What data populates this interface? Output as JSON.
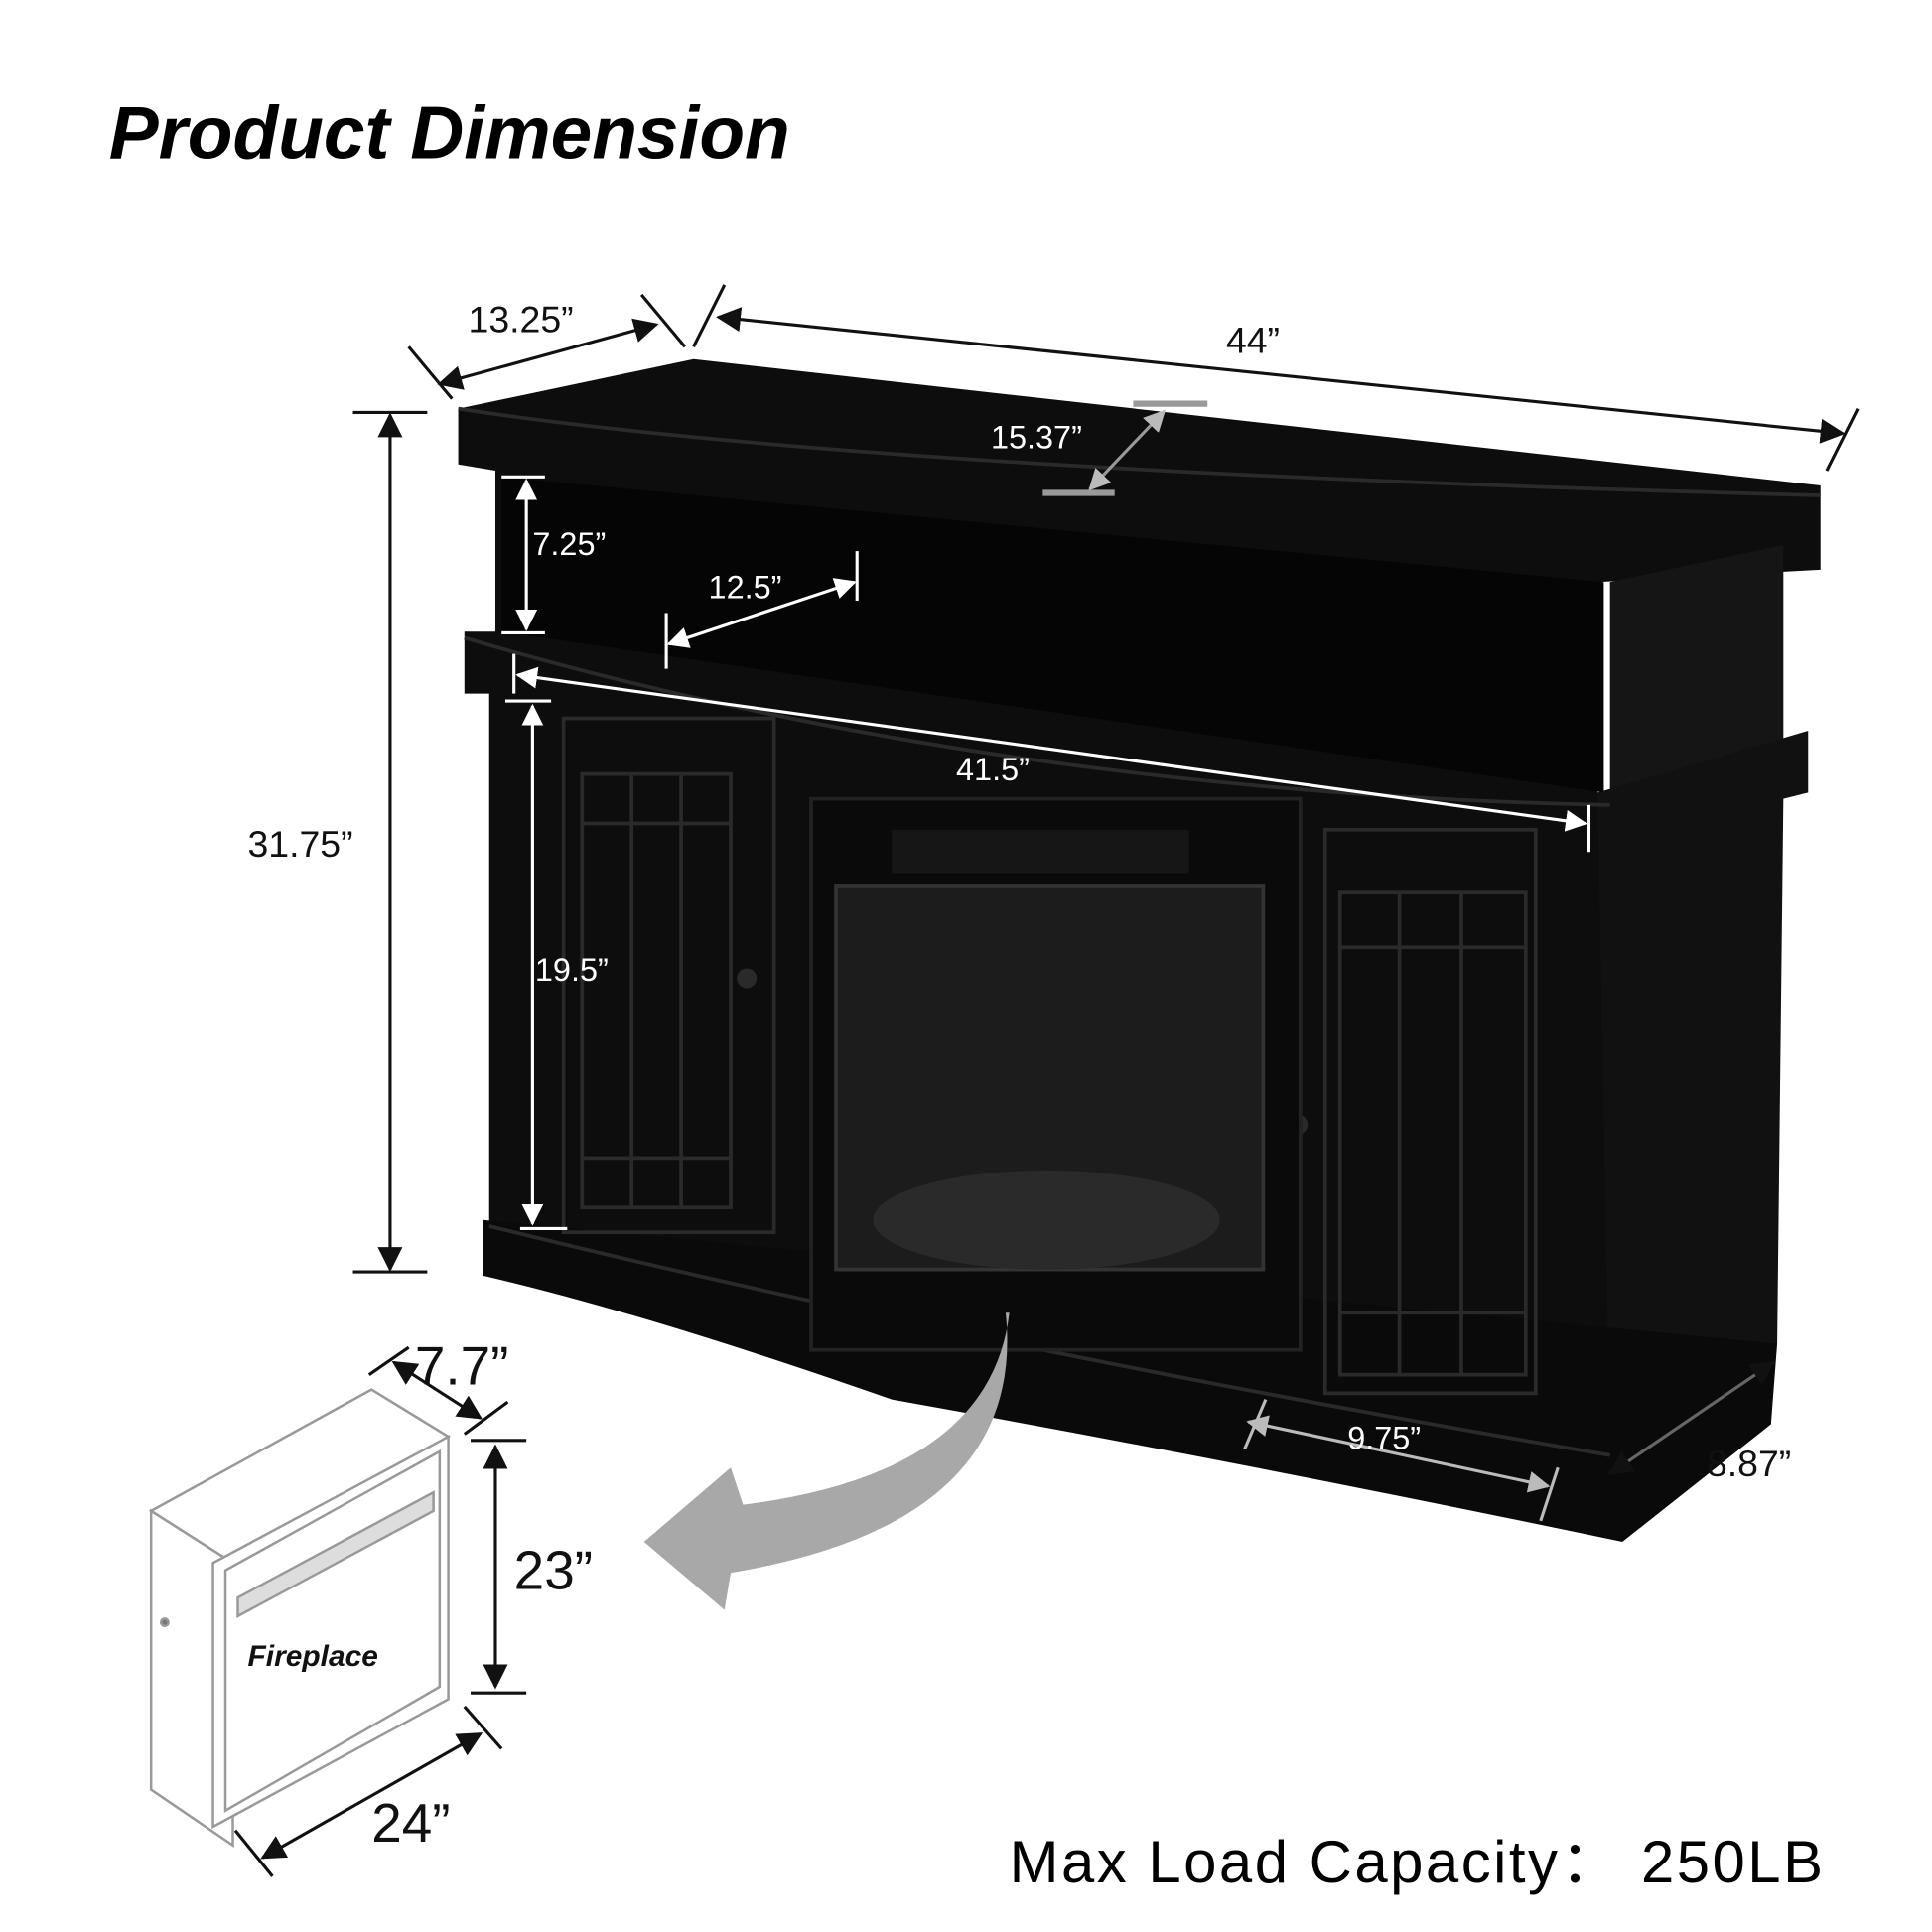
{
  "title": "Product Dimension",
  "dimensions": {
    "depth_top": "13.25”",
    "width_top": "44”",
    "top_center_depth": "15.37”",
    "shelf_height": "7.25”",
    "shelf_depth": "12.5”",
    "inner_width": "41.5”",
    "total_height": "31.75”",
    "cabinet_height": "19.5”",
    "cabinet_width": "9.75”",
    "side_depth": "8.87”",
    "insert_depth": "7.7”",
    "insert_height": "23”",
    "insert_width": "24”"
  },
  "insert_label": "Fireplace",
  "max_load": "Max Load Capacity： 250LB",
  "colors": {
    "furniture": "#0d0d0d",
    "arrow": "#a8a8a8",
    "line_white": "#ffffff"
  }
}
